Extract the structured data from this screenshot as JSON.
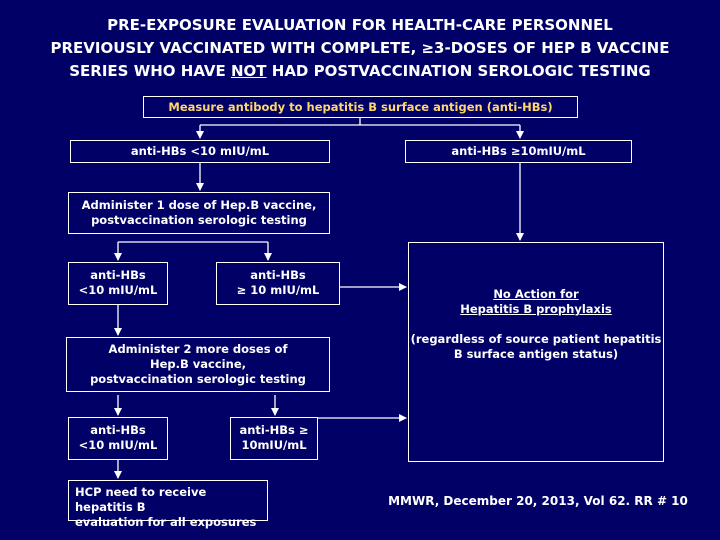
{
  "title": {
    "line1": "PRE-EXPOSURE EVALUATION FOR HEALTH-CARE PERSONNEL",
    "line2": "PREVIOUSLY VACCINATED WITH COMPLETE, ≥3-DOSES OF HEP B VACCINE",
    "line3_pre": "SERIES WHO HAVE ",
    "line3_not": "NOT",
    "line3_post": " HAD POSTVACCINATION SEROLOGIC TESTING"
  },
  "boxes": {
    "measure": "Measure antibody to hepatitis B surface antigen (anti-HBs)",
    "low1": "anti-HBs <10 mIU/mL",
    "high1": "anti-HBs ≥10mIU/mL",
    "administer1_l1": "Administer 1 dose of Hep.B vaccine,",
    "administer1_l2": "postvaccination serologic testing",
    "low2_l1": "anti-HBs",
    "low2_l2": "<10 mIU/mL",
    "high2_l1": "anti-HBs",
    "high2_l2": "≥ 10 mIU/mL",
    "administer2_l1": "Administer 2 more doses of",
    "administer2_l2": "Hep.B vaccine,",
    "administer2_l3": "postvaccination serologic testing",
    "low3_l1": "anti-HBs",
    "low3_l2": "<10 mIU/mL",
    "high3_l1": "anti-HBs ≥",
    "high3_l2": "10mIU/mL",
    "hcp_l1": "HCP need to receive hepatitis B",
    "hcp_l2": "evaluation for all exposures",
    "no_action_l1": "No Action for",
    "no_action_l2": "Hepatitis B prophylaxis",
    "regardless_l1": "(regardless of source patient hepatitis",
    "regardless_l2": "B surface antigen status)"
  },
  "citation": "MMWR, December 20, 2013, Vol 62. RR # 10",
  "colors": {
    "background": "#000066",
    "text": "#ffffff",
    "highlight": "#ffd86b",
    "border": "#ffffff"
  }
}
